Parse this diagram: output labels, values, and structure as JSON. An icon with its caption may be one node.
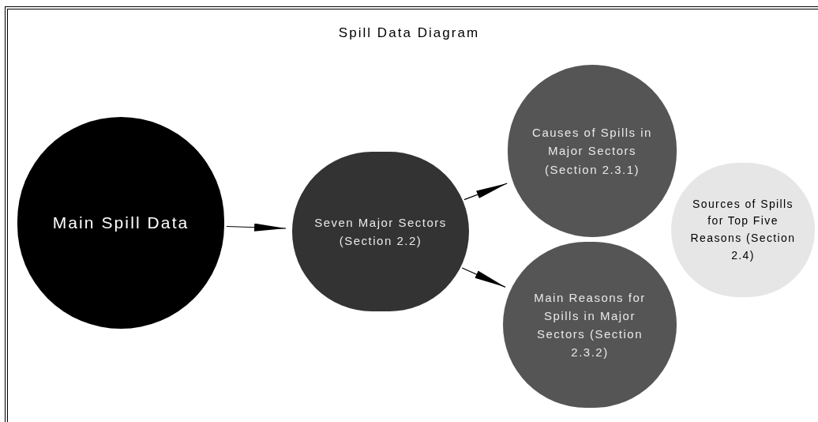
{
  "diagram": {
    "title": "Spill Data Diagram",
    "nodes": [
      {
        "text": [
          "Main Spill Data"
        ]
      },
      {
        "text": [
          "Seven Major Sectors (Section 2.2)"
        ]
      },
      {
        "text": [
          "Causes of Spills in Major Sectors (Section 2.3.1)"
        ]
      },
      {
        "text": [
          "Main Reasons for Spills in Major Sectors (Section 2.3.2)"
        ]
      },
      {
        "text": [
          "Sources of Spills for Top Five Reasons (Section 2.4)"
        ]
      }
    ],
    "edges": [
      {
        "from": 0,
        "to": 1,
        "arrow": "to"
      },
      {
        "from": 1,
        "to": 2,
        "arrow": "to"
      },
      {
        "from": 1,
        "to": 3,
        "arrow": "to"
      }
    ]
  }
}
